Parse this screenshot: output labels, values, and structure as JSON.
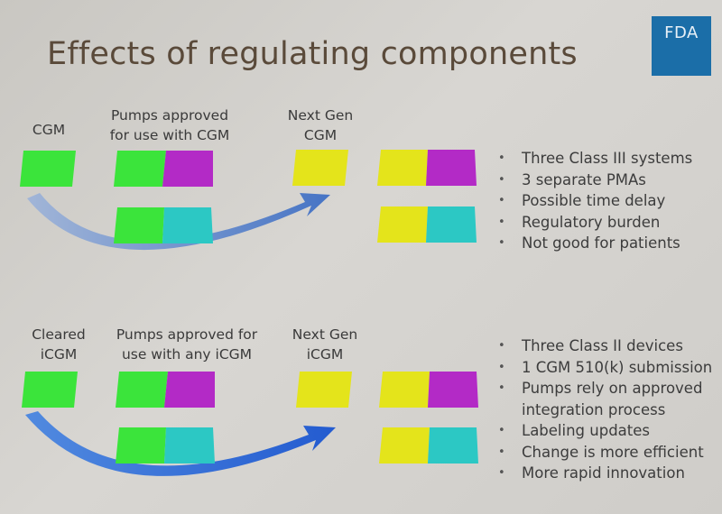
{
  "title": "Effects of regulating components",
  "logo_text": "FDA",
  "colors": {
    "green": "#39e83a",
    "magenta": "#b427c7",
    "teal": "#2cc8c4",
    "yellow": "#e3e31a",
    "arrow_top": "#4f79c6",
    "arrow_bottom": "#1f5fd6"
  },
  "top": {
    "label_cgm": "CGM",
    "label_pumps_1": "Pumps approved",
    "label_pumps_2": "for use with CGM",
    "label_next_1": "Next Gen",
    "label_next_2": "CGM",
    "bullets": [
      "Three Class III systems",
      "3 separate PMAs",
      "Possible time delay",
      "Regulatory burden",
      "Not good for patients"
    ]
  },
  "bottom": {
    "label_cleared_1": "Cleared",
    "label_cleared_2": "iCGM",
    "label_pumps_1": "Pumps approved for",
    "label_pumps_2": "use with any iCGM",
    "label_next_1": "Next Gen",
    "label_next_2": "iCGM",
    "bullets": [
      "Three Class II devices",
      "1 CGM 510(k) submission",
      "Pumps rely on approved",
      "integration process",
      "Labeling updates",
      "Change is more efficient",
      "More rapid innovation"
    ]
  }
}
